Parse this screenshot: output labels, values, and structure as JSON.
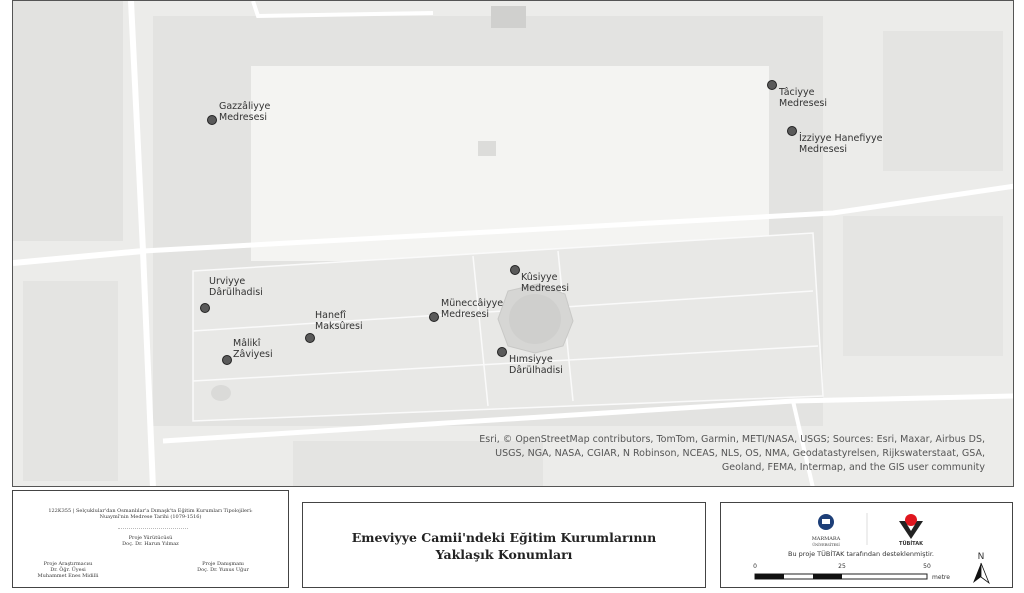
{
  "map": {
    "points": [
      {
        "name": "Gazzâliyye",
        "line2": "Medresesi"
      },
      {
        "name": "Tâciyye",
        "line2": "Medresesi"
      },
      {
        "name": "İzziyye Hanefiyye",
        "line2": "Medresesi"
      },
      {
        "name": "Urviyye",
        "line2": "Dârülhadisi"
      },
      {
        "name": "Mâlikî",
        "line2": "Zâviyesi"
      },
      {
        "name": "Hanefî",
        "line2": "Maksûresi"
      },
      {
        "name": "Müneccâiyye",
        "line2": "Medresesi"
      },
      {
        "name": "Kûsiyye",
        "line2": "Medresesi"
      },
      {
        "name": "Hımsiyye",
        "line2": "Dârülhadisi"
      }
    ],
    "attribution": [
      "Esri, © OpenStreetMap contributors, TomTom, Garmin, METI/NASA, USGS; Sources: Esri, Maxar, Airbus DS,",
      "USGS, NGA, NASA, CGIAR, N Robinson, NCEAS, NLS, OS, NMA, Geodatastyrelsen, Rijkswaterstaat, GSA,",
      "Geoland, FEMA, Intermap, and the GIS user community"
    ]
  },
  "project": {
    "title_line1": "122K355 | Selçuklular'dan Osmanlılar'a Dımaşk'ta Eğitim Kurumları Tipolojileri:",
    "title_line2": "Nuaymî'nin Medrese Tarihi (1079-1516)",
    "lead_role": "Proje Yürütücüsü",
    "lead_name": "Doç. Dr. Harun Yılmaz",
    "researcher_role": "Proje Araştırmacısı",
    "researcher_name1": "Dr. Öğr. Üyesi",
    "researcher_name2": "Muhammet Enes Midilli",
    "advisor_role": "Proje Danışmanı",
    "advisor_name": "Doç. Dr. Yunus Uğur"
  },
  "map_title": {
    "line1": "Emeviyye Camii'ndeki Eğitim Kurumlarının",
    "line2": "Yaklaşık Konumları"
  },
  "credits": {
    "university": "MARMARA",
    "university_sub": "ÜNİVERSİTESİ",
    "agency": "TÜBİTAK",
    "support_text": "Bu proje TÜBİTAK tarafından desteklenmiştir.",
    "scale_ticks": [
      "0",
      "25",
      "50"
    ],
    "scale_unit": "metre",
    "north": "N"
  },
  "colors": {
    "dot": "#5a5a5a",
    "tubitak_red": "#e0161e",
    "marmara_blue": "#1d3f78"
  }
}
